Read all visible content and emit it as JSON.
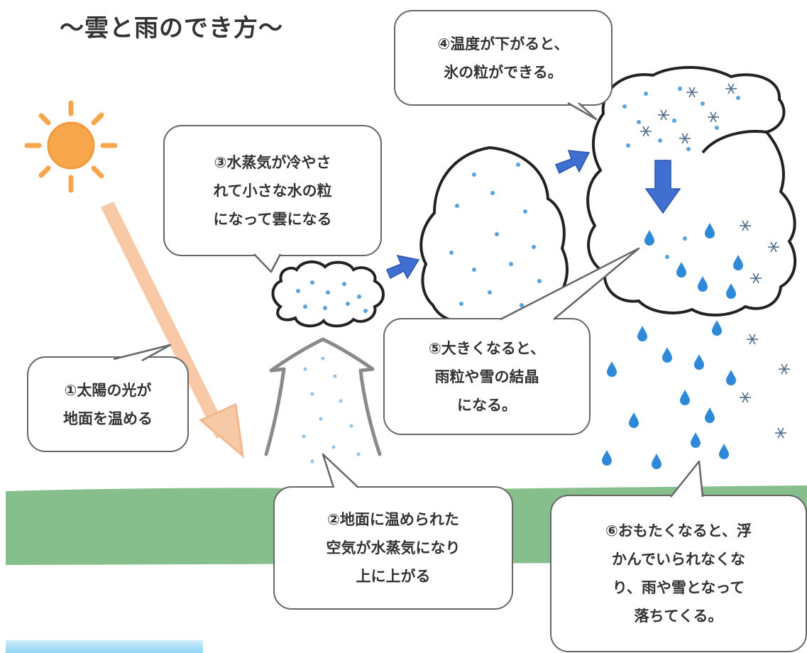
{
  "title": "～雲と雨のでき方～",
  "steps": {
    "s1": [
      "①太陽の光が",
      "地面を温める"
    ],
    "s2": [
      "②地面に温められた",
      "空気が水蒸気になり",
      "上に上がる"
    ],
    "s3": [
      "③水蒸気が冷やさ",
      "れて小さな水の粒",
      "になって雲になる"
    ],
    "s4": [
      "④温度が下がると、",
      "氷の粒ができる。"
    ],
    "s5": [
      "⑤大きくなると、",
      "雨粒や雪の結晶",
      "になる。"
    ],
    "s6": [
      "⑥おもたくなると、浮",
      "かんでいられなくな",
      "り、雨や雪となって",
      "落ちてくる。"
    ]
  },
  "colors": {
    "ground": "#86bf8c",
    "sun": "#f7a64b",
    "sunbeam": "#f8c9a6",
    "arrow": "#3f6fd0",
    "droplet": "#2e8ad8",
    "snow": "#4f6f8c",
    "outline": "#222222"
  },
  "icons": [
    "sun-icon",
    "sunbeam-arrow-icon",
    "rising-air-arrow-icon",
    "cloud-icon",
    "arrow-right-icon",
    "arrow-down-icon",
    "raindrop-icon",
    "snowflake-icon"
  ]
}
